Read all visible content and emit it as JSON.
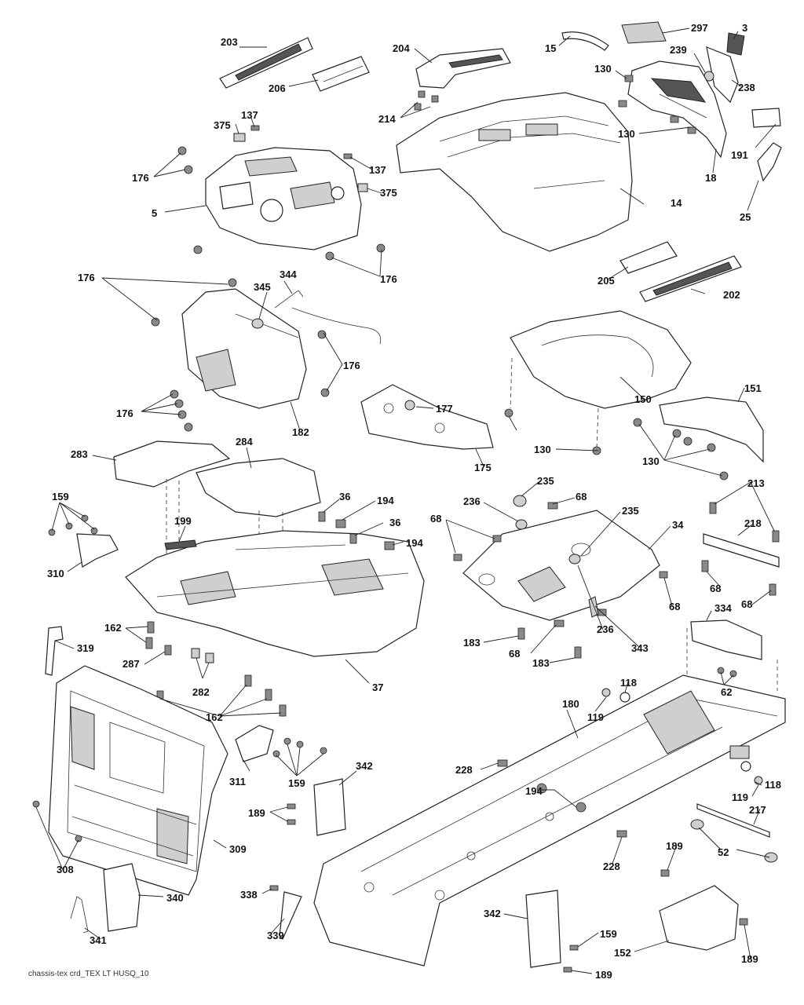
{
  "footer": "chassis-tex crd_TEX LT HUSQ_10",
  "labels": {
    "l203": "203",
    "l206": "206",
    "l204": "204",
    "l214": "214",
    "l15": "15",
    "l297": "297",
    "l3": "3",
    "l239": "239",
    "l238": "238",
    "l130a": "130",
    "l130b": "130",
    "l18": "18",
    "l191": "191",
    "l25": "25",
    "l14": "14",
    "l137a": "137",
    "l375a": "375",
    "l176a": "176",
    "l137b": "137",
    "l375b": "375",
    "l5": "5",
    "l176b": "176",
    "l205": "205",
    "l202": "202",
    "l176c": "176",
    "l344": "344",
    "l345": "345",
    "l176d": "176",
    "l176e": "176",
    "l182": "182",
    "l177": "177",
    "l175": "175",
    "l150": "150",
    "l151": "151",
    "l130c": "130",
    "l130d": "130",
    "l283": "283",
    "l284": "284",
    "l159a": "159",
    "l199": "199",
    "l36a": "36",
    "l194a": "194",
    "l36b": "36",
    "l194b": "194",
    "l310": "310",
    "l235a": "235",
    "l236a": "236",
    "l68a": "68",
    "l235b": "235",
    "l68b": "68",
    "l34": "34",
    "l213": "213",
    "l218": "218",
    "l68c": "68",
    "l68d": "68",
    "l68e": "68",
    "l183a": "183",
    "l68f": "68",
    "l236b": "236",
    "l343": "343",
    "l183b": "183",
    "l334": "334",
    "l162a": "162",
    "l319": "319",
    "l287": "287",
    "l282": "282",
    "l37": "37",
    "l162b": "162",
    "l118a": "118",
    "l62": "62",
    "l180": "180",
    "l119a": "119",
    "l228a": "228",
    "l311": "311",
    "l159b": "159",
    "l342a": "342",
    "l189a": "189",
    "l309": "309",
    "l194c": "194",
    "l118b": "118",
    "l119b": "119",
    "l217": "217",
    "l52": "52",
    "l308": "308",
    "l228b": "228",
    "l340": "340",
    "l338": "338",
    "l339": "339",
    "l341": "341",
    "l189b": "189",
    "l342b": "342",
    "l159c": "159",
    "l152": "152",
    "l189c": "189",
    "l189d": "189"
  }
}
